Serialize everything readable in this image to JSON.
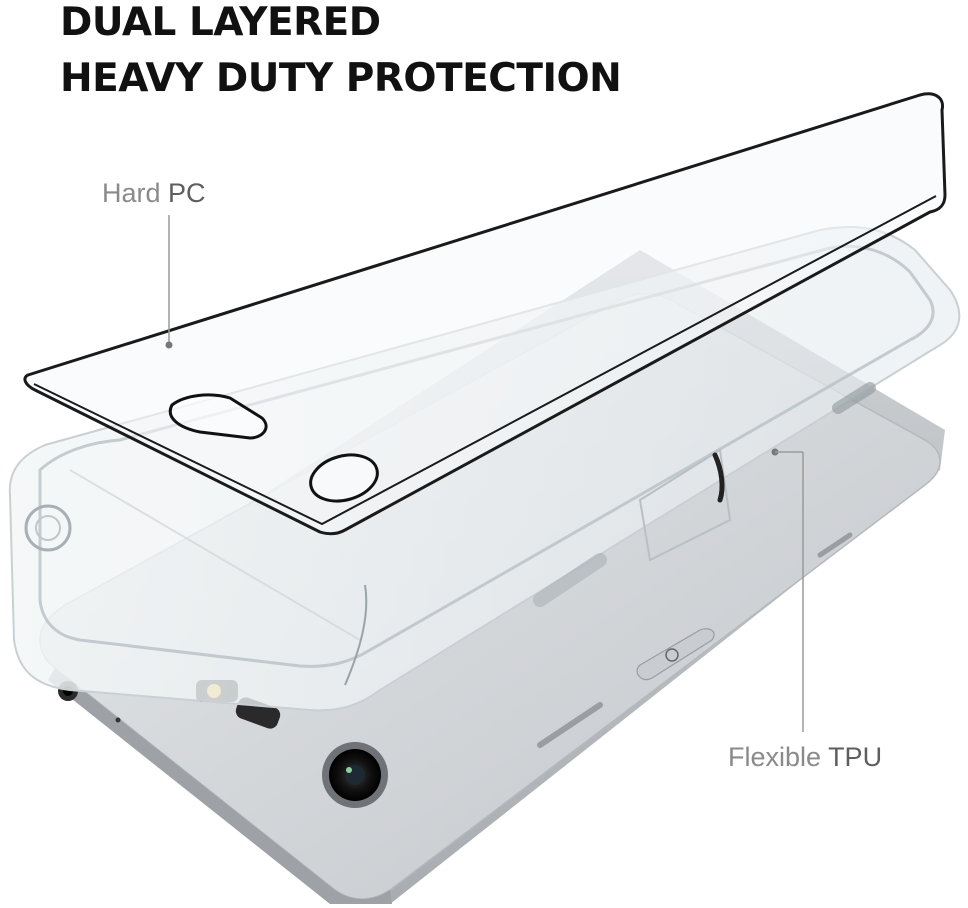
{
  "headline": {
    "line1": "DUAL LAYERED",
    "line2": "HEAVY DUTY PROTECTION"
  },
  "callouts": {
    "hard_pc": {
      "prefix": "Hard",
      "emphasis": "PC"
    },
    "flexible_tpu": {
      "prefix": "Flexible",
      "emphasis": "TPU"
    }
  },
  "colors": {
    "headline": "#111111",
    "callout_text": "#8a8a8a",
    "callout_emphasis": "#5e5e5e",
    "pointer_line": "#9a9a9a",
    "phone_silver": "#d7d9db",
    "clear_case": "#eef2f4",
    "case_edge": "#1a1a1a"
  },
  "icons": [
    "headphone-jack-icon",
    "camera-lens-icon",
    "flash-icon",
    "power-button-icon",
    "fingerprint-cutout-icon"
  ]
}
